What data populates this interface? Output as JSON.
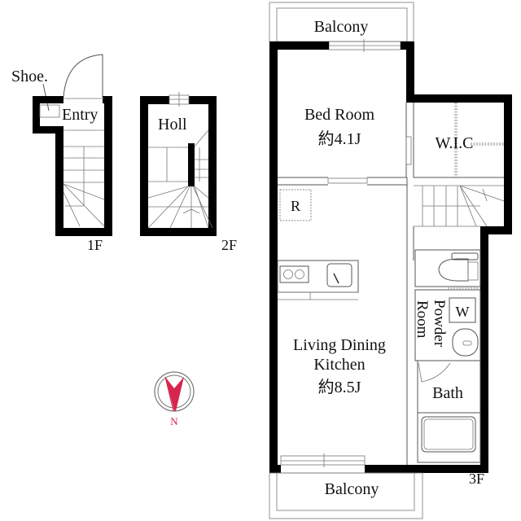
{
  "floors": {
    "f1": {
      "label": "1F",
      "rooms": {
        "shoe": "Shoe.",
        "entry": "Entry"
      }
    },
    "f2": {
      "label": "2F",
      "rooms": {
        "hall": "Holl"
      }
    },
    "f3": {
      "label": "3F",
      "rooms": {
        "balcony_top": "Balcony",
        "bed_room": "Bed Room",
        "bed_room_size": "約4.1J",
        "wic": "W.I.C",
        "refrigerator": "R",
        "ldk_line1": "Living Dining",
        "ldk_line2": "Kitchen",
        "ldk_size": "約8.5J",
        "powder_line1": "Powder",
        "powder_line2": "Room",
        "washer": "W",
        "bath": "Bath",
        "balcony_bottom": "Balcony"
      }
    }
  },
  "compass": {
    "label": "N",
    "color": "#d6254f"
  },
  "colors": {
    "wall": "#000000",
    "line": "#555555",
    "background": "#ffffff"
  }
}
